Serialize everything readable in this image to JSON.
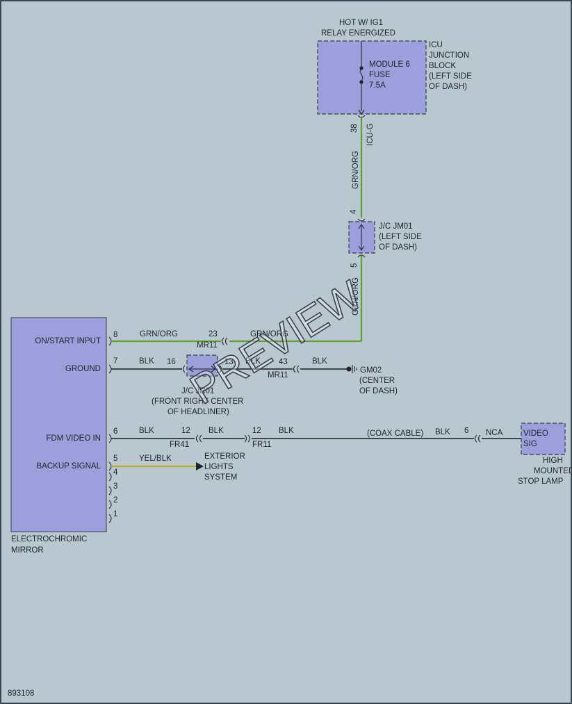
{
  "relay_label": {
    "line1": "HOT W/ IG1",
    "line2": "RELAY ENERGIZED"
  },
  "icu_block": {
    "label_lines": [
      "ICU",
      "JUNCTION",
      "BLOCK",
      "(LEFT SIDE",
      "OF DASH)"
    ]
  },
  "fuse": {
    "label_lines": [
      "MODULE 6",
      "FUSE",
      "7.5A"
    ]
  },
  "pins": {
    "icu_g": "38",
    "jc_top": "4",
    "jc_bottom": "5",
    "on_start": "8",
    "ground": "7",
    "fdm_video": "6",
    "backup": "5",
    "unused": [
      "4",
      "3",
      "2",
      "1"
    ],
    "mr11_grn": "23",
    "jc_left": "16",
    "jc_right": "13",
    "mr11_blk": "43",
    "fr41": "12",
    "fr11": "12",
    "stop_lamp": "6"
  },
  "connectors": {
    "icu_g": "ICU-G",
    "mr11_a": "MR11",
    "mr11_b": "MR11",
    "fr41": "FR41",
    "fr11": "FR11",
    "nca": "NCA"
  },
  "wires": {
    "grn_org_vertical_1": "GRN/ORG",
    "grn_org_vertical_2": "GRN/ORG",
    "grn_org_left": "GRN/ORG",
    "grn_org_right": "GRN/ORG",
    "blk_ground_left": "BLK",
    "blk_ground_mid": "BLK",
    "blk_ground_right": "BLK",
    "blk_video_1": "BLK",
    "blk_video_2": "BLK",
    "blk_video_3": "BLK",
    "blk_video_4": "BLK",
    "coax": "(COAX CABLE)",
    "yel_blk": "YEL/BLK"
  },
  "jc_jm01": {
    "label_lines": [
      "J/C JM01",
      "(LEFT SIDE",
      "OF DASH)"
    ]
  },
  "jc_jr01": {
    "name": "J/C JR01",
    "label_lines": [
      "(FRONT RIGHT CENTER",
      "OF HEADLINER)"
    ]
  },
  "ground_gm02": {
    "label_lines": [
      "GM02",
      "(CENTER",
      "OF DASH)"
    ]
  },
  "mirror": {
    "pin_labels": {
      "on_start": "ON/START INPUT",
      "ground": "GROUND",
      "fdm_video": "FDM VIDEO IN",
      "backup": "BACKUP SIGNAL"
    },
    "name_lines": [
      "ELECTROCHROMIC",
      "MIRROR"
    ]
  },
  "exterior_lights": {
    "label_lines": [
      "EXTERIOR",
      "LIGHTS",
      "SYSTEM"
    ]
  },
  "stop_lamp": {
    "pin_label_lines": [
      "VIDEO",
      "SIG"
    ],
    "label_lines": [
      "HIGH",
      "MOUNTED",
      "STOP LAMP"
    ]
  },
  "watermark": "PREVIEW",
  "figure_id": "893108",
  "colors": {
    "background": "#b9c8d0",
    "component_fill": "#9c9fdc",
    "grn_org_wire": "#5e9e2e",
    "blk_wire": "#2e3338",
    "yel_blk_wire": "#b9b21b"
  }
}
